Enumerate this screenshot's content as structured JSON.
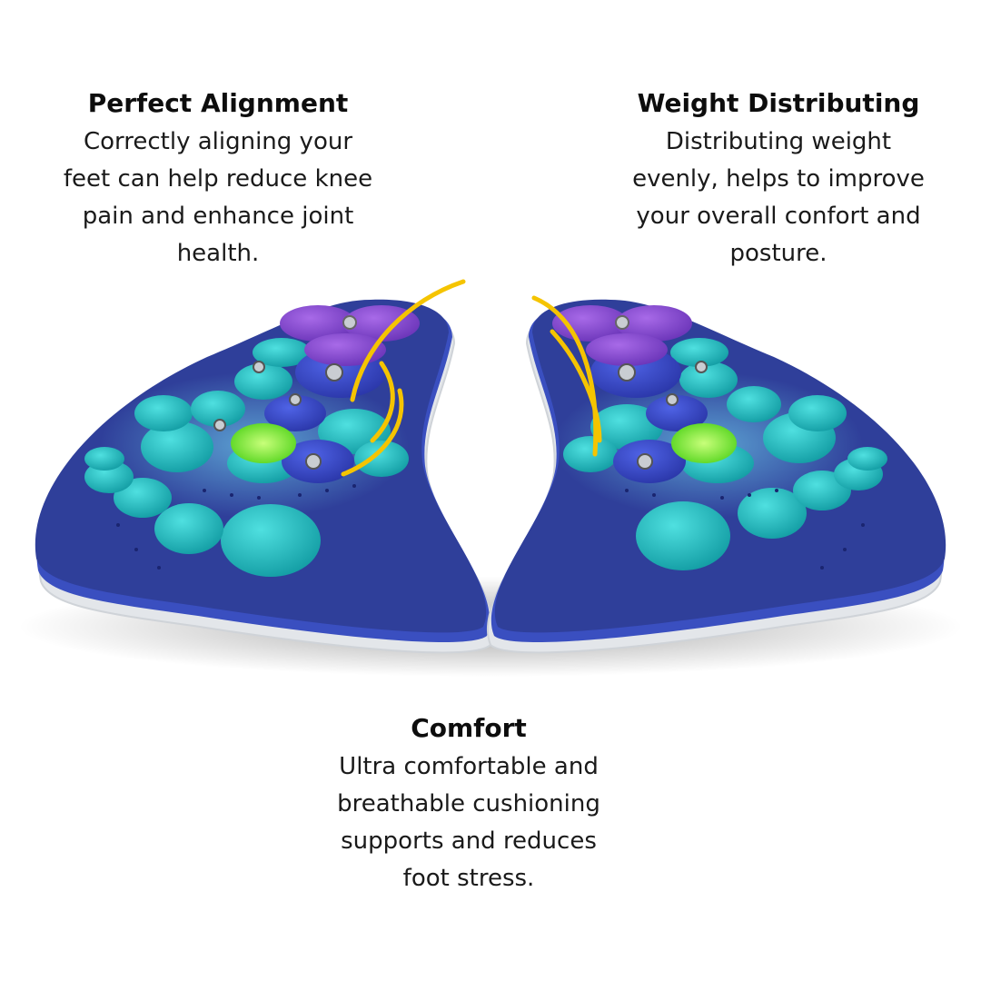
{
  "features": {
    "alignment": {
      "title": "Perfect Alignment",
      "body": "Correctly aligning your\nfeet can help reduce knee\npain and enhance joint\nhealth."
    },
    "weight": {
      "title": "Weight Distributing",
      "body": "Distributing weight\nevenly,  helps to improve\nyour overall confort and\nposture."
    },
    "comfort": {
      "title": "Comfort",
      "body": "Ultra comfortable and\nbreathable cushioning\nsupports and reduces\nfoot stress."
    }
  },
  "colors": {
    "insole_top": "#2f3f9a",
    "insole_rim": "#3a4fc0",
    "sole_base": "#e3e6ea",
    "teal_node": "#1fb5b8",
    "purple_node": "#8a4fd0",
    "blue_node": "#3546c8",
    "green_node": "#7dff3a",
    "accent_yellow": "#f5c400"
  }
}
